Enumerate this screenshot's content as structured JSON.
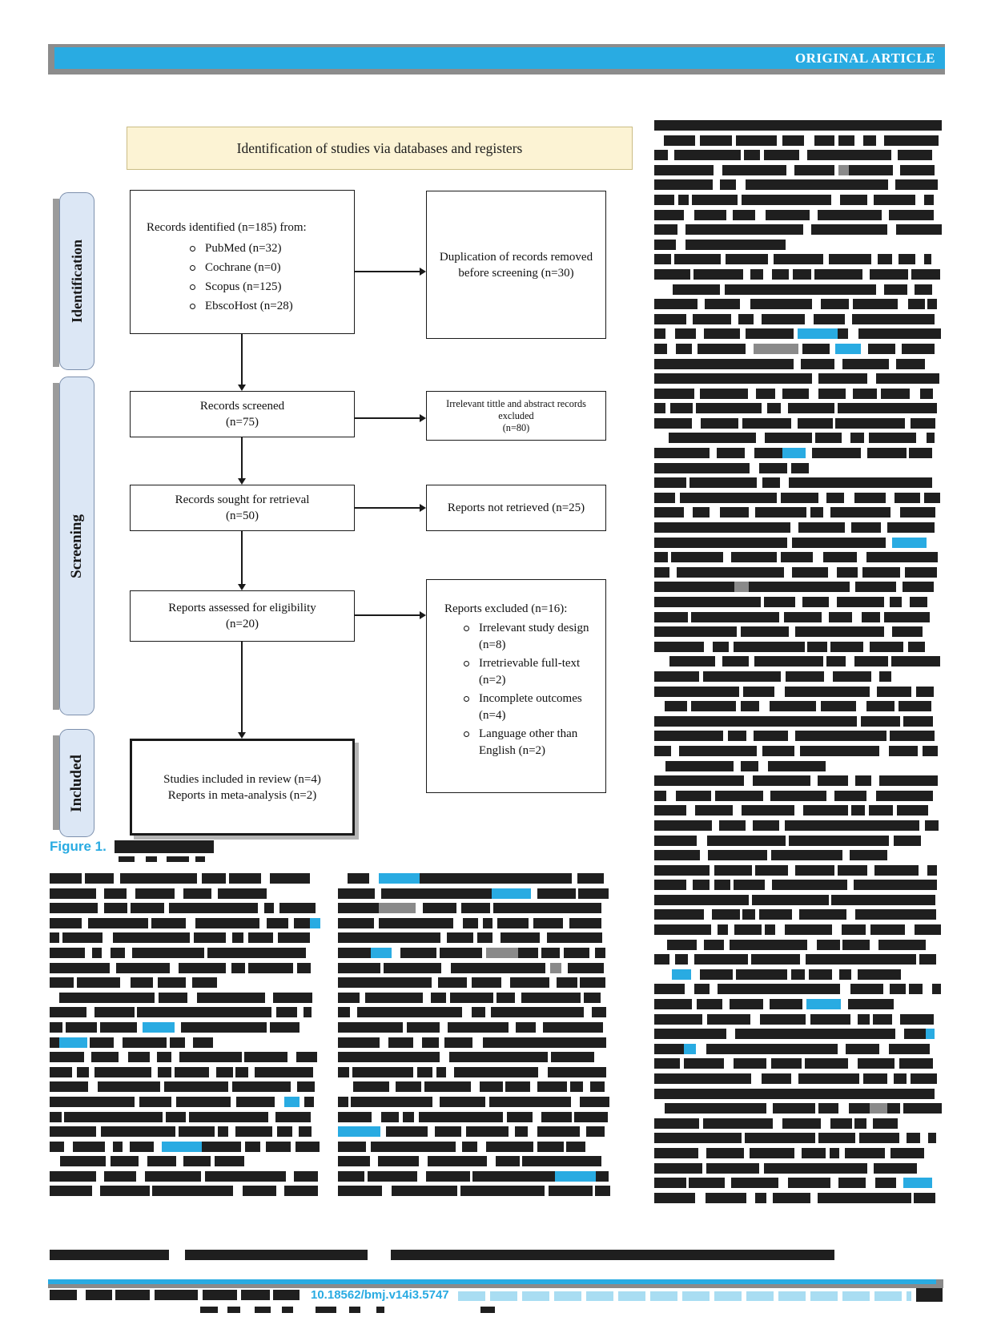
{
  "header": {
    "label": "ORIGINAL ARTICLE",
    "bar_color": "#29abe2",
    "frame_color": "#8c8c8c"
  },
  "figure": {
    "banner": {
      "text": "Identification of studies via databases and registers",
      "bg": "#fcf3d4"
    },
    "stages": {
      "identification": "Identification",
      "screening": "Screening",
      "included": "Included",
      "fill": "#dce7f5"
    },
    "boxes": {
      "identified": {
        "title": "Records identified (n=185) from:",
        "items": [
          "PubMed (n=32)",
          "Cochrane (n=0)",
          "Scopus (n=125)",
          "EbscoHost (n=28)"
        ]
      },
      "duplicates_removed": {
        "line1": "Duplication of records removed",
        "line2": "before screening (n=30)"
      },
      "screened": {
        "line1": "Records screened",
        "line2": "(n=75)"
      },
      "title_abstract_excluded": {
        "line1": "Irrelevant tittle and abstract records",
        "line2": "excluded",
        "line3": "(n=80)"
      },
      "sought": {
        "line1": "Records sought for retrieval",
        "line2": "(n=50)"
      },
      "not_retrieved": {
        "line1": "Reports not retrieved (n=25)"
      },
      "assessed": {
        "line1": "Reports assessed for eligibility",
        "line2": "(n=20)"
      },
      "excluded": {
        "title": "Reports excluded (n=16):",
        "items": [
          "Irrelevant study design (n=8)",
          "Irretrievable full-text (n=2)",
          "Incomplete outcomes (n=4)",
          "Language other than English (n=2)"
        ]
      },
      "included": {
        "line1": "Studies included in review (n=4)",
        "line2": "Reports in meta-analysis (n=2)"
      }
    }
  },
  "caption": {
    "label": "Figure 1."
  },
  "footer": {
    "doi": "10.18562/bmj.v14i3.5747"
  },
  "colors": {
    "accent": "#29abe2",
    "redaction": "#1f1f1f",
    "redaction_highlight": "#29abe2",
    "redaction_gray": "#8a8a8a",
    "footer_light": "#a9ddf2"
  }
}
